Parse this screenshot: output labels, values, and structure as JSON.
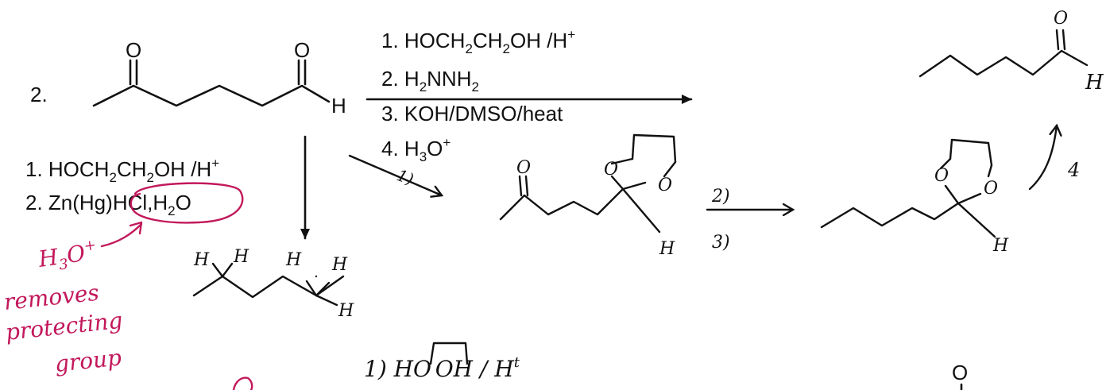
{
  "problem_number": "2.",
  "start_material": {
    "o1": "O",
    "o2": "O",
    "h": "H"
  },
  "top_conditions": {
    "line1": [
      "1. HOCH",
      "2",
      "CH",
      "2",
      "OH /H",
      "+"
    ],
    "line2": [
      "2. H",
      "2",
      "NNH",
      "2"
    ],
    "line3": "3. KOH/DMSO/heat",
    "line4": [
      "4. H",
      "3",
      "O",
      "+"
    ]
  },
  "left_conditions": {
    "line1": [
      "1. HOCH",
      "2",
      "CH",
      "2",
      "OH /H",
      "+"
    ],
    "line2_prefix": "2. Zn(Hg)",
    "line2_circled": [
      "HCl,H",
      "2",
      "O"
    ]
  },
  "red_note": {
    "reagent": [
      "H",
      "3",
      "O",
      "+"
    ],
    "lines": [
      "removes",
      "protecting",
      "group"
    ]
  },
  "left_product": {
    "labels": [
      "H",
      "H",
      "H",
      "H",
      "H"
    ]
  },
  "intermediate1": {
    "step": "1)",
    "o_ketone": "O",
    "o_ring_left": "O",
    "o_ring_right": "O",
    "h": "H"
  },
  "arrow2": {
    "steps": [
      "2)",
      "3)"
    ]
  },
  "intermediate2": {
    "o_ring_left": "O",
    "o_ring_right": "O",
    "h": "H"
  },
  "final_product": {
    "step": "4",
    "o": "O",
    "h": "H"
  },
  "bottom_note": "1) HO OH / H",
  "bottom_note_sup": "t",
  "bottom_partial_o": "O"
}
